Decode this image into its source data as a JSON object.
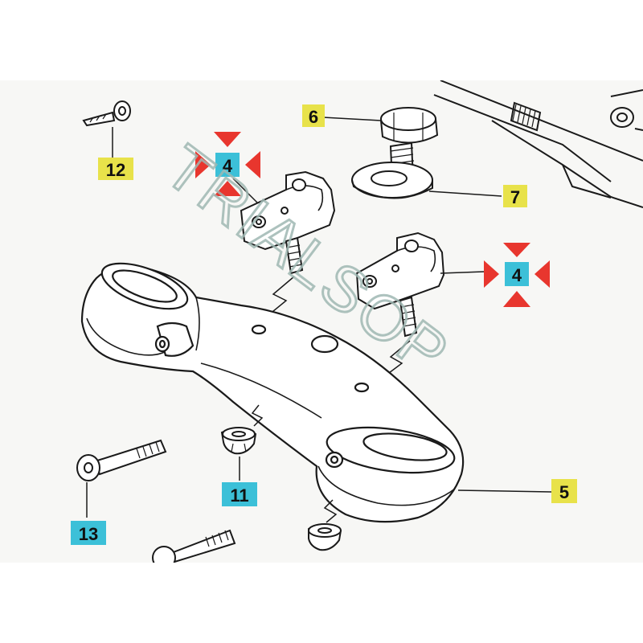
{
  "watermark": "TRIALSOP",
  "colors": {
    "label_yellow": "#e8e24a",
    "label_cyan": "#3cc0d8",
    "arrow_red": "#e8362e",
    "line": "#1a1a1a",
    "watermark": "#9fb8b3"
  },
  "callouts": [
    {
      "id": "12",
      "text": "12",
      "color": "yellow"
    },
    {
      "id": "6",
      "text": "6",
      "color": "yellow"
    },
    {
      "id": "4a",
      "text": "4",
      "color": "cyan",
      "marked": true
    },
    {
      "id": "7",
      "text": "7",
      "color": "yellow"
    },
    {
      "id": "4b",
      "text": "4",
      "color": "cyan",
      "marked": true
    },
    {
      "id": "5",
      "text": "5",
      "color": "yellow"
    },
    {
      "id": "11",
      "text": "11",
      "color": "cyan"
    },
    {
      "id": "13",
      "text": "13",
      "color": "cyan"
    }
  ]
}
